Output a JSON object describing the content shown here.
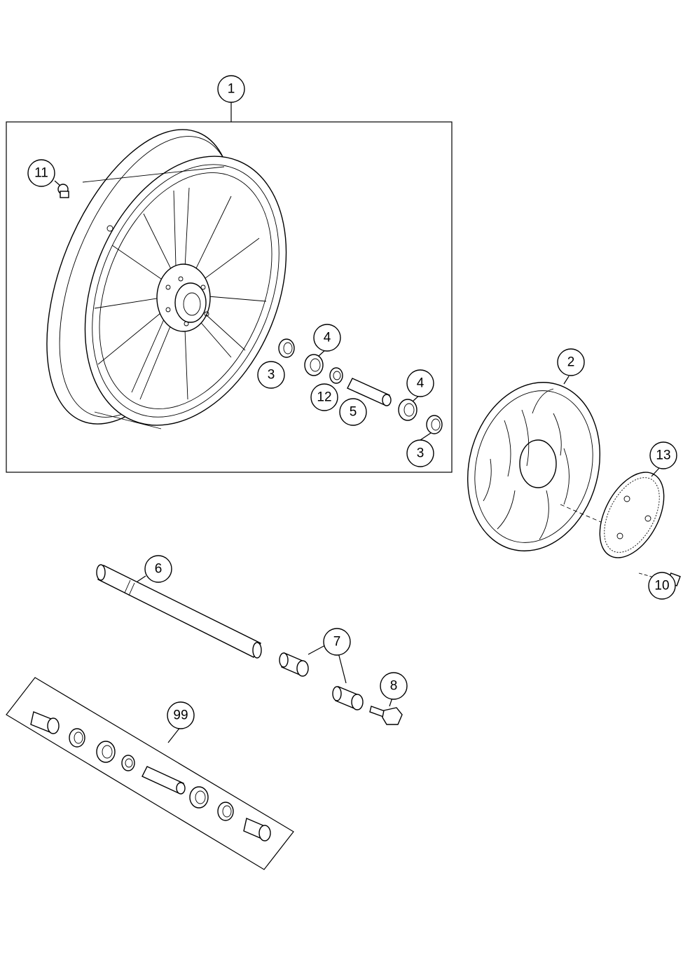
{
  "callouts": [
    {
      "id": "c1",
      "label": "1"
    },
    {
      "id": "c2",
      "label": "2"
    },
    {
      "id": "c3a",
      "label": "3"
    },
    {
      "id": "c3b",
      "label": "3"
    },
    {
      "id": "c4a",
      "label": "4"
    },
    {
      "id": "c4b",
      "label": "4"
    },
    {
      "id": "c5",
      "label": "5"
    },
    {
      "id": "c6",
      "label": "6"
    },
    {
      "id": "c7",
      "label": "7"
    },
    {
      "id": "c8",
      "label": "8"
    },
    {
      "id": "c10",
      "label": "10"
    },
    {
      "id": "c11",
      "label": "11"
    },
    {
      "id": "c12",
      "label": "12"
    },
    {
      "id": "c13",
      "label": "13"
    },
    {
      "id": "c99",
      "label": "99"
    }
  ]
}
